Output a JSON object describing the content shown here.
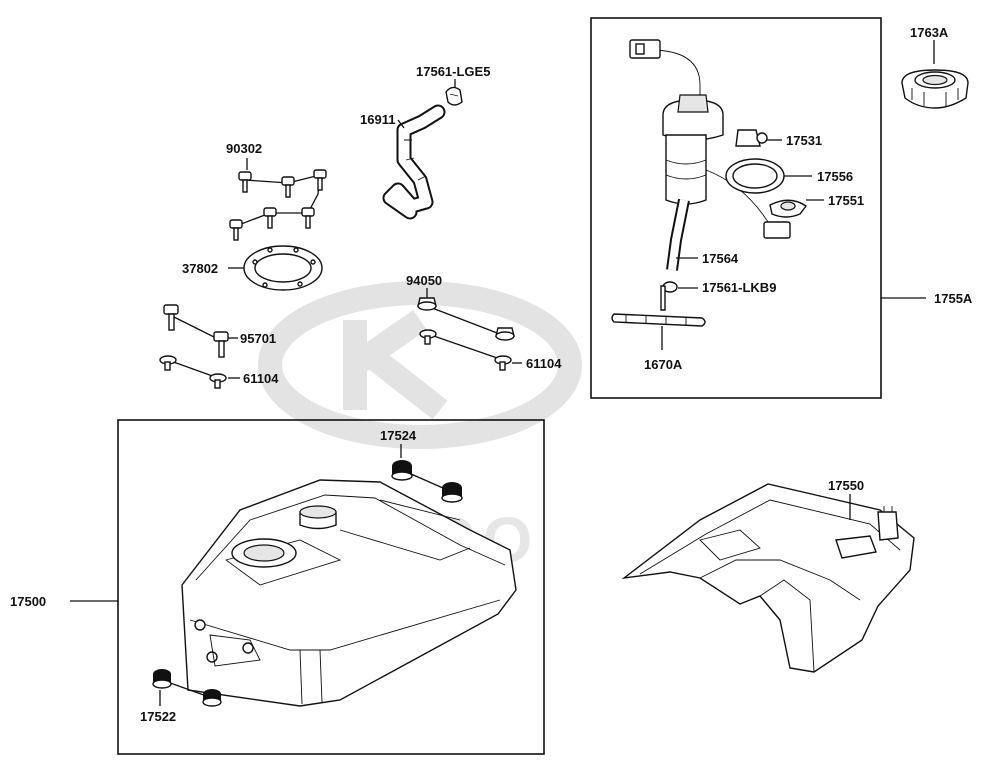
{
  "watermark": {
    "brand": "KYMCO"
  },
  "parts": {
    "p1763A": "1763A",
    "p17561_LGE5": "17561-LGE5",
    "p16911": "16911",
    "p90302": "90302",
    "p37802": "37802",
    "p94050": "94050",
    "p95701": "95701",
    "p61104_left": "61104",
    "p61104_mid": "61104",
    "p17531": "17531",
    "p17556": "17556",
    "p17551": "17551",
    "p17564": "17564",
    "p17561_LKB9": "17561-LKB9",
    "p1670A": "1670A",
    "p1755A": "1755A",
    "p17524": "17524",
    "p17500": "17500",
    "p17522": "17522",
    "p17550": "17550"
  }
}
